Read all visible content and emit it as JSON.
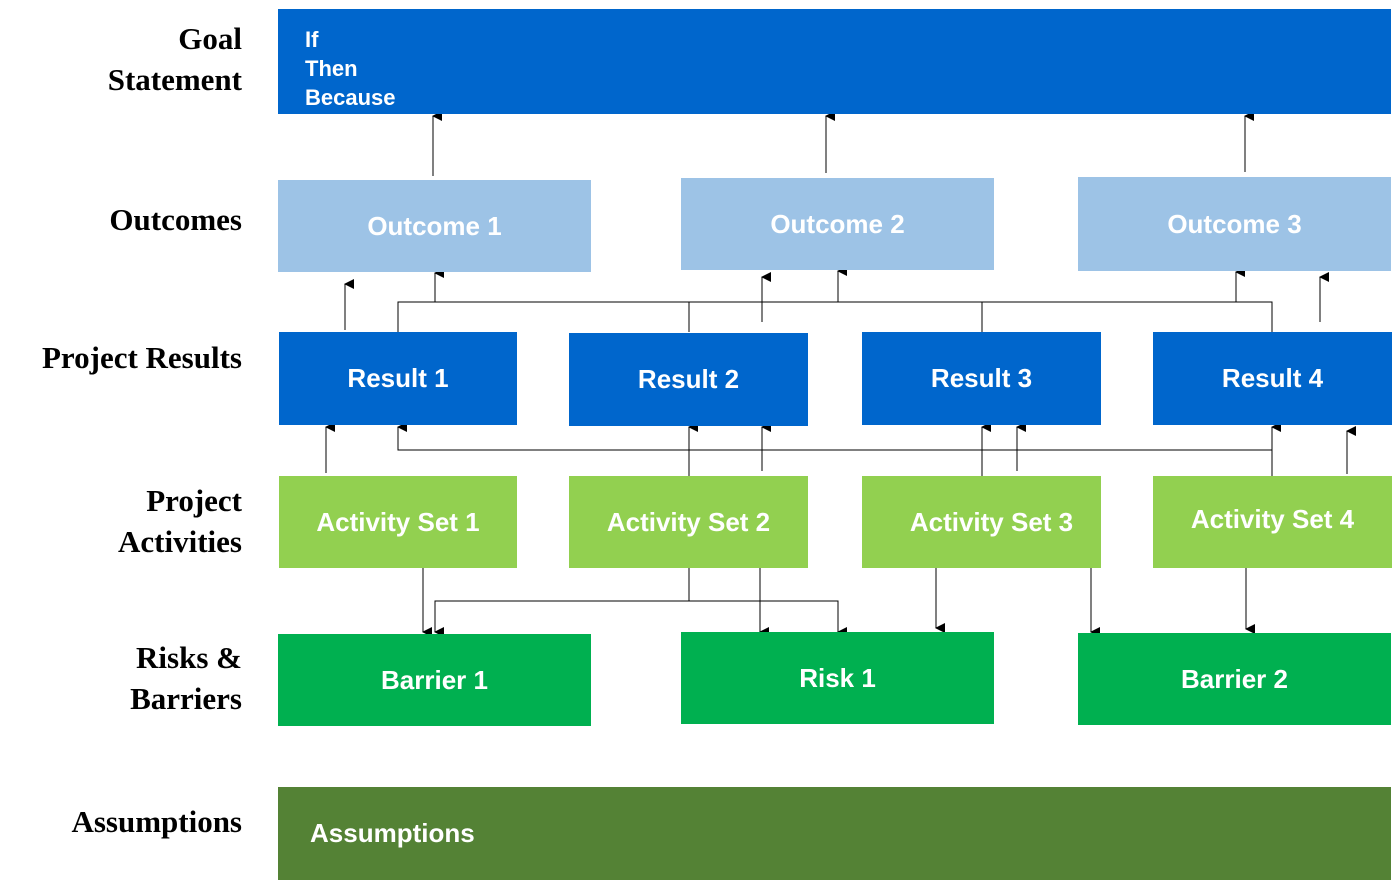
{
  "row_labels": {
    "goal": [
      "Goal",
      "Statement"
    ],
    "outcomes": [
      "Outcomes"
    ],
    "results": [
      "Project Results"
    ],
    "activities": [
      "Project",
      "Activities"
    ],
    "risks": [
      "Risks &",
      "Barriers"
    ],
    "assumptions": [
      "Assumptions"
    ]
  },
  "goal_statement": {
    "lines": [
      "If",
      "Then",
      "Because"
    ]
  },
  "outcomes": [
    "Outcome 1",
    "Outcome 2",
    "Outcome 3"
  ],
  "results": [
    "Result 1",
    "Result 2",
    "Result 3",
    "Result 4"
  ],
  "activities": [
    "Activity Set 1",
    "Activity Set 2",
    "Activity Set 3",
    "Activity Set 4"
  ],
  "risks": [
    "Barrier 1",
    "Risk 1",
    "Barrier 2"
  ],
  "assumptions_box": "Assumptions",
  "colors": {
    "goal": "#0066CC",
    "outcome": "#9DC3E6",
    "result": "#0066CC",
    "activity": "#92D050",
    "risk": "#00B050",
    "assumptions": "#548235",
    "connector": "#000000"
  }
}
